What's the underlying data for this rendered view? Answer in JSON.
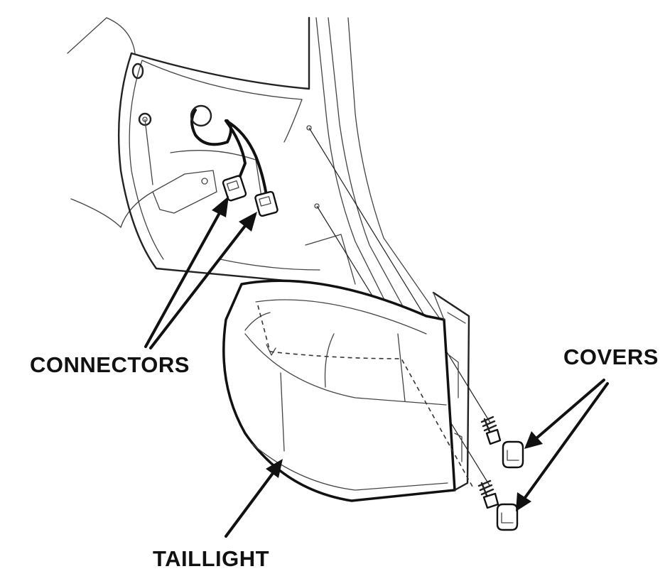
{
  "labels": {
    "connectors": "CONNECTORS",
    "covers": "COVERS",
    "taillight": "TAILLIGHT"
  },
  "colors": {
    "ink": "#111111",
    "background": "#ffffff"
  }
}
